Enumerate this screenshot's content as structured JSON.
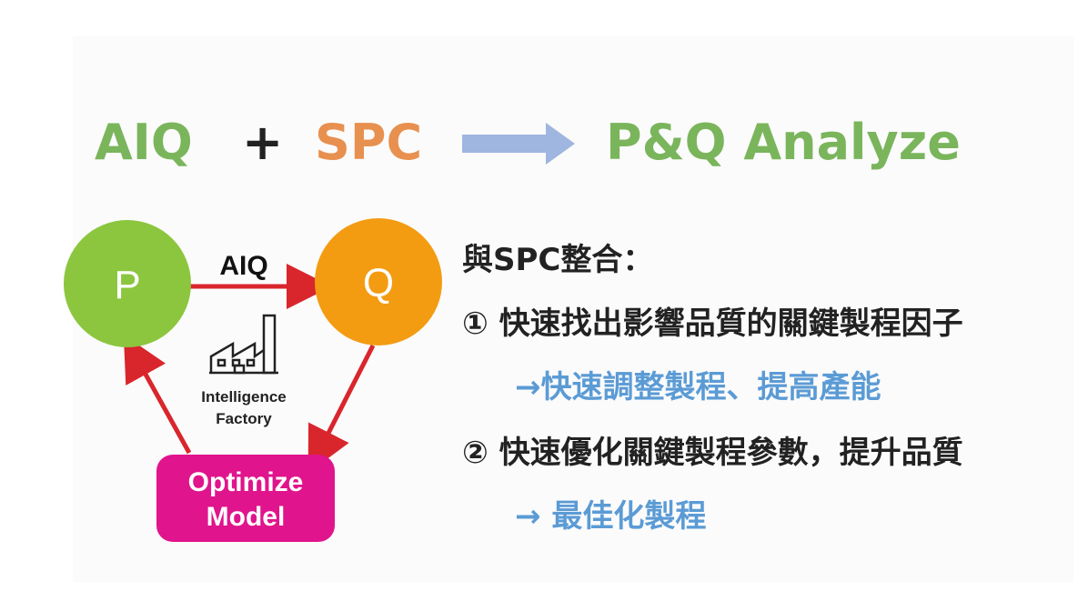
{
  "headline": {
    "term1": "AIQ",
    "plus": "+",
    "term2": "SPC",
    "result": "P&Q Analyze",
    "colors": {
      "aiq": "#7ab55c",
      "plus": "#222222",
      "spc": "#e8904f",
      "arrow": "#9fb6e0",
      "result": "#7ab55c"
    }
  },
  "diagram": {
    "node_p": "P",
    "node_q": "Q",
    "node_model": [
      "Optimize",
      "Model"
    ],
    "edge_label": "AIQ",
    "factory_label": [
      "Intelligence",
      "Factory"
    ],
    "icons": [
      "factory-icon"
    ],
    "colors": {
      "p": "#8cc63f",
      "q": "#f39c12",
      "model": "#e0148c",
      "edge": "#d9262c"
    }
  },
  "content": {
    "heading": "與SPC整合：",
    "items": [
      {
        "text": "① 快速找出影響品質的關鍵製程因子",
        "result": "→快速調整製程、提高產能"
      },
      {
        "text": "② 快速優化關鍵製程參數，提升品質",
        "result": "→ 最佳化製程"
      }
    ],
    "result_color": "#5b9bd5"
  }
}
